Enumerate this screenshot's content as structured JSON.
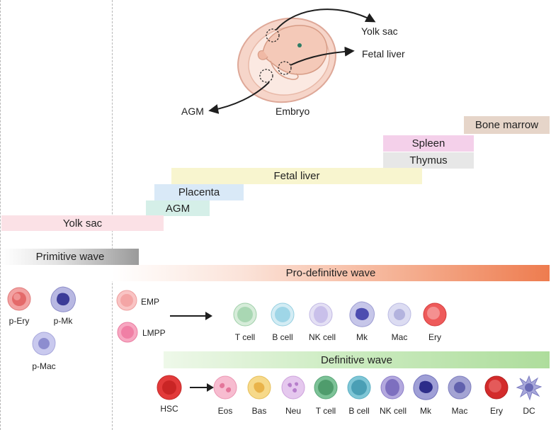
{
  "embryo": {
    "yolk_sac": "Yolk sac",
    "fetal_liver": "Fetal liver",
    "agm": "AGM",
    "embryo": "Embryo"
  },
  "timeline": {
    "bone_marrow": "Bone marrow",
    "spleen": "Spleen",
    "thymus": "Thymus",
    "fetal_liver": "Fetal liver",
    "placenta": "Placenta",
    "agm": "AGM",
    "yolk_sac": "Yolk sac"
  },
  "waves": {
    "primitive": "Primitive wave",
    "pro_definitive": "Pro-definitive wave",
    "definitive": "Definitive wave"
  },
  "primitive_cells": {
    "p_ery": "p-Ery",
    "p_mk": "p-Mk",
    "p_mac": "p-Mac"
  },
  "pro_definitive_cells": {
    "progenitors": [
      "EMP",
      "LMPP"
    ],
    "products": [
      "T cell",
      "B cell",
      "NK cell",
      "Mk",
      "Mac",
      "Ery"
    ]
  },
  "definitive_cells": {
    "source": "HSC",
    "products": [
      "Eos",
      "Bas",
      "Neu",
      "T cell",
      "B cell",
      "NK cell",
      "Mk",
      "Mac",
      "Ery",
      "DC"
    ]
  },
  "colors": {
    "bone_marrow": "#e6d5c9",
    "spleen": "#f4d0ea",
    "thymus": "#e7e7e7",
    "fetal_liver": "#f8f5cf",
    "placenta": "#d9e9f7",
    "agm": "#d5efe8",
    "yolk_sac": "#fbe1e6",
    "ery": "#e04848",
    "mk": "#4a4aa8",
    "tcell": "#6bb58a",
    "bcell": "#5fb6cf",
    "nkcell": "#a99ad6"
  }
}
